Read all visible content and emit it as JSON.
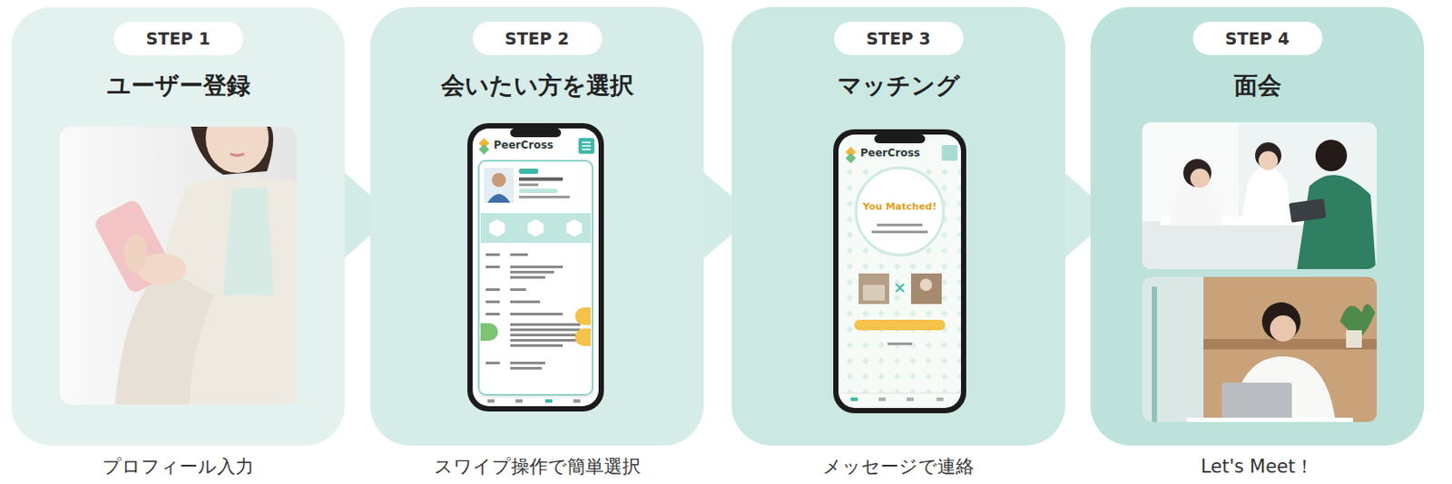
{
  "diagram": {
    "nodes": [
      {
        "text": [
          "ユーザー登録",
          "プロフィール入力"
        ]
      },
      {
        "text": [
          "STEP 1"
        ],
        "in": 0
      },
      {
        "text": [
          "会いたい方を選択",
          "スワイプ操作で簡単選択"
        ]
      },
      {
        "text": [
          "STEP 2"
        ],
        "in": 2
      },
      {
        "text": [
          "マッチング",
          "メッセージで連絡"
        ]
      },
      {
        "text": [
          "STEP 3"
        ],
        "in": 4
      },
      {
        "text": [
          "面会",
          "Let's Meet！"
        ]
      },
      {
        "text": [
          "STEP 4"
        ],
        "in": 6
      }
    ],
    "edges": [
      {
        "from": 0,
        "to": 2,
        "arrow": "to"
      },
      {
        "from": 2,
        "to": 4,
        "arrow": "to"
      },
      {
        "from": 4,
        "to": 6,
        "arrow": "to"
      }
    ],
    "labels": [
      "PeerCross",
      "PeerCross",
      "You Matched!",
      "×"
    ]
  }
}
